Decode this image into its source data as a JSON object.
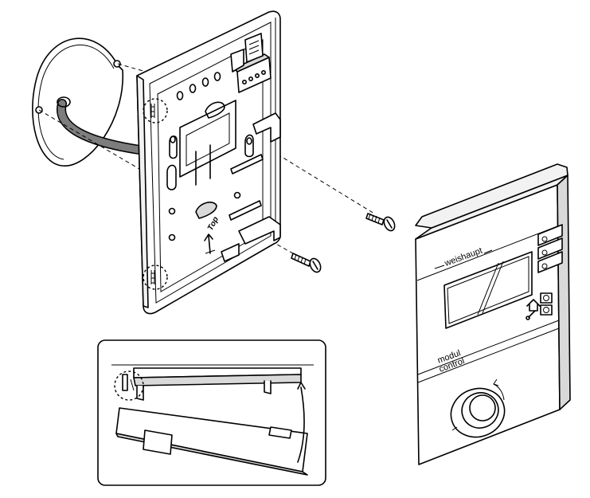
{
  "device": {
    "brand_text": "weishaupt",
    "model_line1": "modul",
    "model_line2": "control"
  },
  "base_plate": {
    "top_label": "Top"
  }
}
